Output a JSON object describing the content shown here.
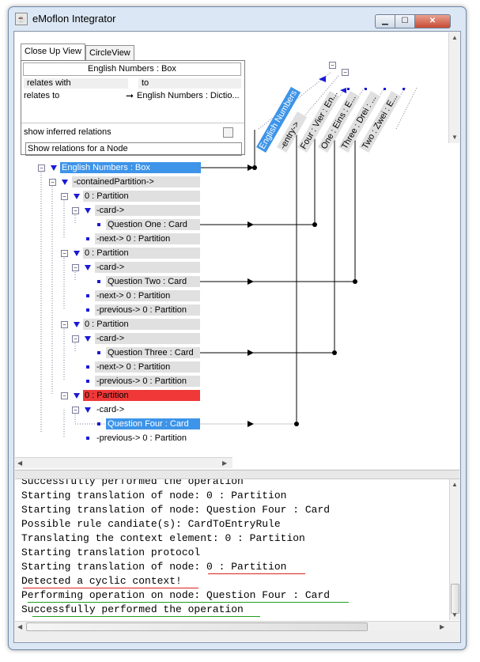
{
  "window": {
    "title": "eMoflon Integrator",
    "minimize_glyph": "▁",
    "maximize_glyph": "☐",
    "close_glyph": "✕",
    "app_icon": "java-icon"
  },
  "tabs": [
    {
      "label": "Close Up View",
      "active": true
    },
    {
      "label": "CircleView",
      "active": false
    }
  ],
  "relations_panel": {
    "header": "English Numbers : Box",
    "col_relates_with": "relates with",
    "col_to": "to",
    "row_relates_to": "relates to",
    "row_arrow": "➞",
    "row_target": "English Numbers : Dictio...",
    "show_inferred": "show inferred relations",
    "show_for_node": "Show relations for a Node"
  },
  "tree": [
    {
      "label": "English Numbers : Box"
    },
    {
      "label": "-containedPartition->"
    },
    {
      "label": "0 : Partition"
    },
    {
      "label": "-card->"
    },
    {
      "label": "Question One  : Card"
    },
    {
      "label": "-next-> 0 : Partition"
    },
    {
      "label": "0 : Partition"
    },
    {
      "label": "-card->"
    },
    {
      "label": "Question Two  : Card"
    },
    {
      "label": "-next-> 0 : Partition"
    },
    {
      "label": "-previous-> 0 : Partition"
    },
    {
      "label": "0 : Partition"
    },
    {
      "label": "-card->"
    },
    {
      "label": "Question Three  : Card"
    },
    {
      "label": "-next-> 0 : Partition"
    },
    {
      "label": "-previous-> 0 : Partition"
    },
    {
      "label": "0 : Partition"
    },
    {
      "label": "-card->"
    },
    {
      "label": "Question Four : Card"
    },
    {
      "label": "-previous-> 0 : Partition"
    }
  ],
  "rotated_nodes": [
    {
      "label": "English Numbers : Di..."
    },
    {
      "label": "-entry->"
    },
    {
      "label": "Four : Vier : En..."
    },
    {
      "label": "One : Eins : E..."
    },
    {
      "label": "Three : Drei : ..."
    },
    {
      "label": "Two : Zwei : E..."
    }
  ],
  "console": {
    "lines": [
      "Successfully performed the operation",
      "Starting translation of node: 0 : Partition",
      "Starting translation of node: Question Four : Card",
      "Possible rule candiate(s): CardToEntryRule",
      "Translating the context element: 0 : Partition",
      "Starting translation protocol",
      "Starting translation of node: 0 : Partition",
      "Detected a cyclic context!",
      "Performing operation on node: Question Four : Card",
      "Successfully performed the operation"
    ],
    "red_underline": "#e02020",
    "green_underline": "#20a020"
  },
  "colors": {
    "selection": "#3d94e8",
    "error_node": "#f03838",
    "tree_icon": "#1a1ad6",
    "node_bg": "#e0e0e0"
  }
}
